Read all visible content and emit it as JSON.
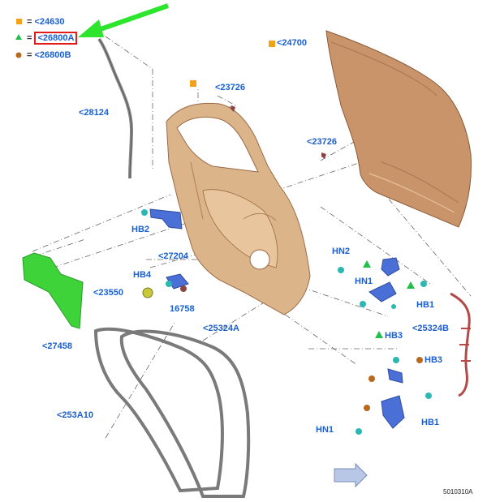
{
  "legend": {
    "row1": {
      "symbol": "square",
      "color": "#f2a31b",
      "text": "<24630"
    },
    "row2": {
      "symbol": "triangle",
      "color": "#22c04a",
      "text": "<26800A"
    },
    "row3": {
      "symbol": "circle",
      "color": "#b8691e",
      "text": "<26800B"
    },
    "equals": "="
  },
  "labels": {
    "l24700": "<24700",
    "l23726a": "<23726",
    "l28124": "<28124",
    "l23726b": "<23726",
    "hb2": "HB2",
    "l27204": "<27204",
    "hb4": "HB4",
    "l23550": "<23550",
    "l16758": "16758",
    "hn2": "HN2",
    "hn1a": "HN1",
    "hb1a": "HB1",
    "hb3a": "HB3",
    "l25324b": "<25324B",
    "l27458": "<27458",
    "l25324a": "<25324A",
    "hb3b": "HB3",
    "l253a10": "<253A10",
    "hb1b": "HB1",
    "hn1b": "HN1"
  },
  "figure_code": "5010310A",
  "colors": {
    "label_blue": "#1a5fd0",
    "highlight_red": "#e21b1b",
    "arrow_green": "#2ee52e",
    "marker_square": "#f2a31b",
    "marker_triangle": "#22c04a",
    "marker_circle": "#b8691e",
    "door_panel": "#c9946a",
    "inner_frame": "#dcb48a",
    "seal_gray": "#8a8a8a",
    "hinge_blue": "#4a6fd6",
    "clip_teal": "#2bb8b0",
    "green_part": "#3fd33a",
    "harness_red": "#b44a48"
  },
  "icons": [
    "green-arrow-icon",
    "nav-arrow-icon"
  ]
}
